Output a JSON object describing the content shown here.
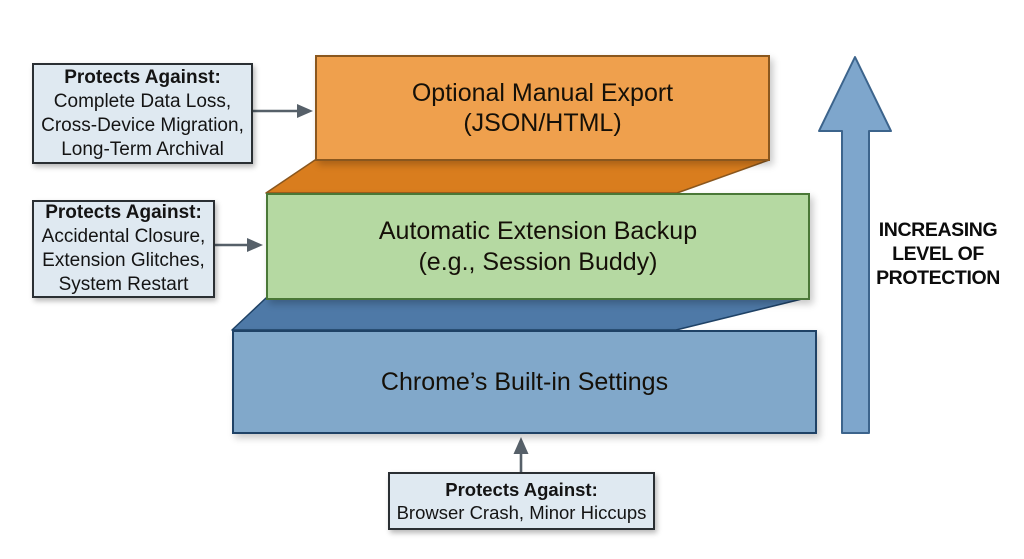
{
  "diagram": {
    "background": "#ffffff",
    "layers": [
      {
        "id": "manual-export",
        "title_line1": "Optional Manual Export",
        "title_line2": "(JSON/HTML)",
        "fill": "#efa04d",
        "edge": "#8a571e"
      },
      {
        "id": "extension-backup",
        "title_line1": "Automatic Extension Backup",
        "title_line2": "(e.g., Session Buddy)",
        "fill": "#b5d9a2",
        "edge": "#4a7837"
      },
      {
        "id": "chrome-settings",
        "title_line1": "Chrome’s Built-in Settings",
        "fill": "#81a8ca",
        "edge": "#1f4266"
      }
    ],
    "folds": [
      {
        "fill": "#d97d1e",
        "edge": "#8a571e"
      },
      {
        "fill": "#4e79a7",
        "edge": "#1f4266"
      }
    ],
    "callouts": [
      {
        "heading": "Protects Against:",
        "items": [
          "Complete Data Loss,",
          "Cross-Device Migration,",
          "Long-Term Archival"
        ]
      },
      {
        "heading": "Protects Against:",
        "items": [
          "Accidental Closure,",
          "Extension Glitches,",
          "System Restart"
        ]
      },
      {
        "heading": "Protects Against:",
        "items": [
          "Browser Crash, Minor Hiccups"
        ]
      }
    ],
    "axis": {
      "line1": "INCREASING",
      "line2": "LEVEL OF",
      "line3": "PROTECTION",
      "arrow_fill": "#7ea6cc",
      "arrow_edge": "#3c648c"
    },
    "connector_color": "#566069",
    "callout_fill": "#dfe9f1"
  }
}
